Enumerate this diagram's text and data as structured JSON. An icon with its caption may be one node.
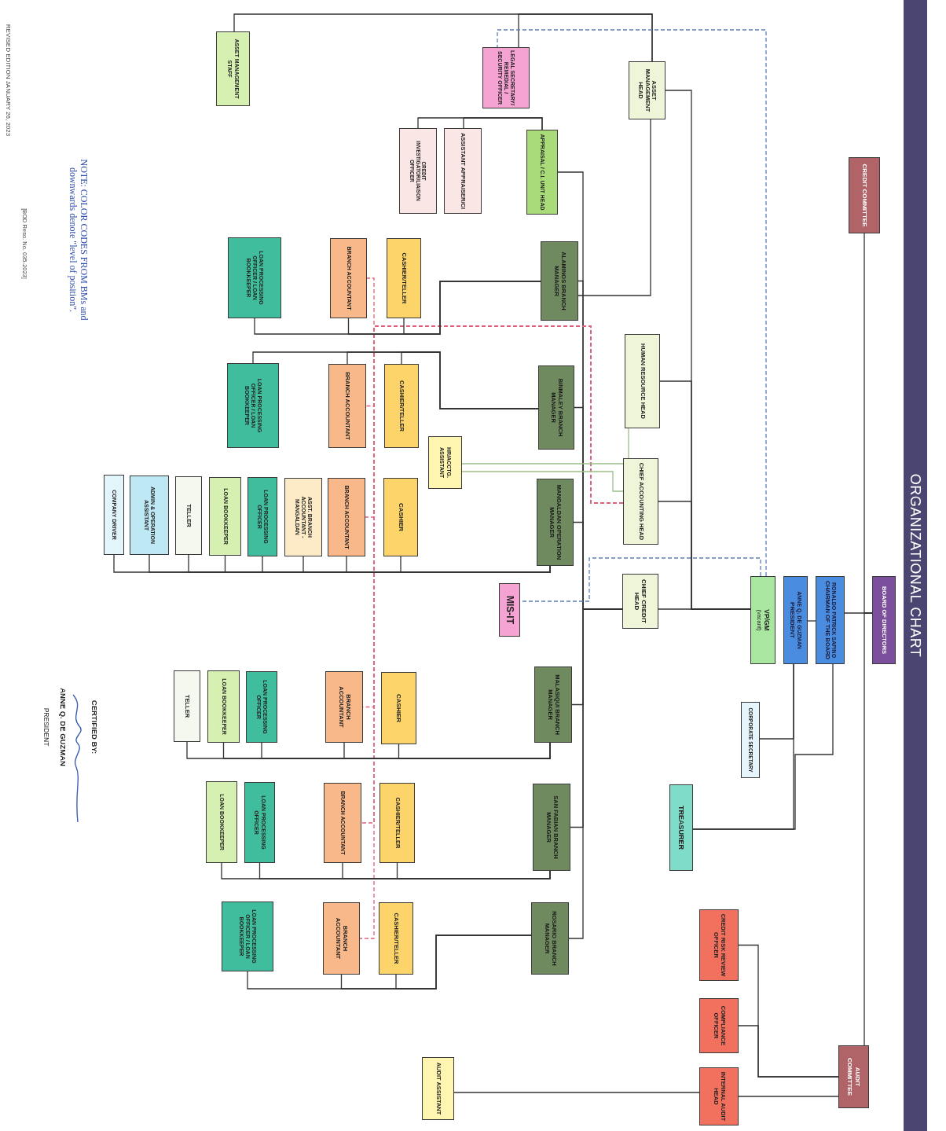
{
  "diagram": {
    "title": "ORGANIZATIONAL CHART",
    "nodes": [
      {
        "text": [
          "BOARD OF DIRECTORS"
        ]
      },
      {
        "text": [
          "CREDIT COMMITTEE"
        ]
      },
      {
        "text": [
          "AUDIT COMMITTEE"
        ]
      },
      {
        "text": [
          "RONALDO PATRICK SAPINO",
          "CHAIRMAN OF THE BOARD"
        ]
      },
      {
        "text": [
          "ANNE Q. DE GUZMAN",
          "PRESIDENT"
        ]
      },
      {
        "text": [
          "VP/GM",
          "(vacant)"
        ]
      },
      {
        "text": [
          "CORPORATE SECRETARY"
        ]
      },
      {
        "text": [
          "TREASURER"
        ]
      },
      {
        "text": [
          "ASSET MANAGEMENT HEAD"
        ]
      },
      {
        "text": [
          "HUMAN RESOURCE HEAD"
        ]
      },
      {
        "text": [
          "CHIEF ACCOUNTING HEAD"
        ]
      },
      {
        "text": [
          "CHIEF CREDIT HEAD"
        ]
      },
      {
        "text": [
          "LEGAL SECRETARY/ REMEDIAL / SECURITY OFFICER"
        ]
      },
      {
        "text": [
          "APPRAISAL / C.I. UNIT HEAD"
        ]
      },
      {
        "text": [
          "ASSISTANT APPRAISER/CI"
        ]
      },
      {
        "text": [
          "CREDIT INVESTIGATOR/LIAISON OFFICER"
        ]
      },
      {
        "text": [
          "ASSET MANAGEMENT STAFF"
        ]
      },
      {
        "text": [
          "ALAMINOS BRANCH MANAGER"
        ]
      },
      {
        "text": [
          "BINMALEY BRANCH MANAGER"
        ]
      },
      {
        "text": [
          "MANGALDAN OPERATION MANAGER"
        ]
      },
      {
        "text": [
          "MIS-IT"
        ]
      },
      {
        "text": [
          "MALASIQUI BRANCH MANAGER"
        ]
      },
      {
        "text": [
          "SAN FABIAN BRANCH MANAGER"
        ]
      },
      {
        "text": [
          "ROSARIO BRANCH MANAGER"
        ]
      },
      {
        "text": [
          "HR/ACCTG. ASSISTANT"
        ]
      },
      {
        "text": [
          "CREDIT RISK REVIEW OFFICER"
        ]
      },
      {
        "text": [
          "COMPLIANCE OFFICER"
        ]
      },
      {
        "text": [
          "INTERNAL AUDIT HEAD"
        ]
      },
      {
        "text": [
          "AUDIT ASSISTANT"
        ]
      },
      {
        "text": [
          "CASHIER/TELLER"
        ]
      },
      {
        "text": [
          "BRANCH ACCOUNTANT"
        ]
      },
      {
        "text": [
          "LOAN PROCESSING OFFICER / LOAN BOOKKEEPER"
        ]
      },
      {
        "text": [
          "CASHIER/TELLER"
        ]
      },
      {
        "text": [
          "BRANCH ACCOUNTANT"
        ]
      },
      {
        "text": [
          "LOAN PROCESSING OFFICER / LOAN BOOKKEEPER"
        ]
      },
      {
        "text": [
          "CASHIER"
        ]
      },
      {
        "text": [
          "BRANCH ACCOUNTANT"
        ]
      },
      {
        "text": [
          "ASST. BRANCH ACCOUNTANT - MANGALDAN"
        ]
      },
      {
        "text": [
          "LOAN PROCESSING OFFICER"
        ]
      },
      {
        "text": [
          "LOAN BOOKKEEPER"
        ]
      },
      {
        "text": [
          "TELLER"
        ]
      },
      {
        "text": [
          "ADMIN & OPERATION ASSISTANT"
        ]
      },
      {
        "text": [
          "COMPANY DRIVER"
        ]
      },
      {
        "text": [
          "CASHIER"
        ]
      },
      {
        "text": [
          "BRANCH ACCOUNTANT"
        ]
      },
      {
        "text": [
          "LOAN PROCESSING OFFICER"
        ]
      },
      {
        "text": [
          "LOAN BOOKKEEPER"
        ]
      },
      {
        "text": [
          "TELLER"
        ]
      },
      {
        "text": [
          "CASHIER/TELLER"
        ]
      },
      {
        "text": [
          "BRANCH ACCOUNTANT"
        ]
      },
      {
        "text": [
          "LOAN PROCESSING OFFICER"
        ]
      },
      {
        "text": [
          "LOAN BOOKKEEPER"
        ]
      },
      {
        "text": [
          "CASHIER/TELLER"
        ]
      },
      {
        "text": [
          "BRANCH ACCOUNTANT"
        ]
      },
      {
        "text": [
          "LOAN PROCESSING OFFICER / LOAN BOOKKEEPER"
        ]
      }
    ],
    "edges": [
      {
        "from": 0,
        "to": 1,
        "arrow": "none"
      },
      {
        "from": 0,
        "to": 2,
        "arrow": "none"
      },
      {
        "from": 0,
        "to": 3,
        "arrow": "none"
      },
      {
        "from": 3,
        "to": 4,
        "arrow": "none"
      },
      {
        "from": 4,
        "to": 6,
        "arrow": "none"
      },
      {
        "from": 4,
        "to": 7,
        "arrow": "none"
      },
      {
        "from": 3,
        "to": 7,
        "arrow": "none"
      },
      {
        "from": 2,
        "to": 25,
        "arrow": "none"
      },
      {
        "from": 2,
        "to": 26,
        "arrow": "none"
      },
      {
        "from": 2,
        "to": 27,
        "arrow": "none"
      },
      {
        "from": 27,
        "to": 28,
        "arrow": "none"
      },
      {
        "from": 5,
        "to": 8,
        "arrow": "none"
      },
      {
        "from": 5,
        "to": 9,
        "arrow": "none"
      },
      {
        "from": 5,
        "to": 10,
        "arrow": "none"
      },
      {
        "from": 5,
        "to": 11,
        "arrow": "none"
      },
      {
        "from": 11,
        "to": 13,
        "arrow": "none"
      },
      {
        "from": 11,
        "to": 17,
        "arrow": "none"
      },
      {
        "from": 11,
        "to": 18,
        "arrow": "none"
      },
      {
        "from": 11,
        "to": 19,
        "arrow": "none"
      },
      {
        "from": 11,
        "to": 21,
        "arrow": "none"
      },
      {
        "from": 11,
        "to": 22,
        "arrow": "none"
      },
      {
        "from": 11,
        "to": 23,
        "arrow": "none"
      },
      {
        "from": 8,
        "to": 17,
        "arrow": "none"
      },
      {
        "from": 8,
        "to": 16,
        "arrow": "none"
      },
      {
        "from": 8,
        "to": 12,
        "arrow": "none"
      },
      {
        "from": 13,
        "to": 14,
        "arrow": "none"
      },
      {
        "from": 13,
        "to": 15,
        "arrow": "none"
      },
      {
        "from": 5,
        "to": 12,
        "arrow": "none",
        "style": "dashed",
        "color": "#5b7fb8"
      },
      {
        "from": 5,
        "to": 20,
        "arrow": "none",
        "style": "dashed",
        "color": "#5b7fb8"
      },
      {
        "from": 10,
        "to": 30,
        "arrow": "none",
        "style": "dashed",
        "color": "#e0607a"
      },
      {
        "from": 10,
        "to": 33,
        "arrow": "none",
        "style": "dashed",
        "color": "#e0607a"
      },
      {
        "from": 10,
        "to": 36,
        "arrow": "none",
        "style": "dashed",
        "color": "#e0607a"
      },
      {
        "from": 10,
        "to": 44,
        "arrow": "none",
        "style": "dashed",
        "color": "#e0607a"
      },
      {
        "from": 10,
        "to": 49,
        "arrow": "none",
        "style": "dashed",
        "color": "#e0607a"
      },
      {
        "from": 10,
        "to": 53,
        "arrow": "none",
        "style": "dashed",
        "color": "#e0607a"
      },
      {
        "from": 9,
        "to": 24,
        "arrow": "none",
        "color": "#9cc08c"
      },
      {
        "from": 10,
        "to": 24,
        "arrow": "none",
        "color": "#9cc08c"
      },
      {
        "from": 17,
        "to": 29,
        "arrow": "none"
      },
      {
        "from": 17,
        "to": 30,
        "arrow": "none"
      },
      {
        "from": 17,
        "to": 31,
        "arrow": "none"
      },
      {
        "from": 18,
        "to": 32,
        "arrow": "none"
      },
      {
        "from": 18,
        "to": 33,
        "arrow": "none"
      },
      {
        "from": 18,
        "to": 34,
        "arrow": "none"
      },
      {
        "from": 19,
        "to": 35,
        "arrow": "none"
      },
      {
        "from": 19,
        "to": 36,
        "arrow": "none"
      },
      {
        "from": 19,
        "to": 37,
        "arrow": "none"
      },
      {
        "from": 19,
        "to": 38,
        "arrow": "none"
      },
      {
        "from": 19,
        "to": 39,
        "arrow": "none"
      },
      {
        "from": 19,
        "to": 40,
        "arrow": "none"
      },
      {
        "from": 19,
        "to": 41,
        "arrow": "none"
      },
      {
        "from": 19,
        "to": 42,
        "arrow": "none"
      },
      {
        "from": 21,
        "to": 43,
        "arrow": "none"
      },
      {
        "from": 21,
        "to": 44,
        "arrow": "none"
      },
      {
        "from": 21,
        "to": 45,
        "arrow": "none"
      },
      {
        "from": 21,
        "to": 46,
        "arrow": "none"
      },
      {
        "from": 21,
        "to": 47,
        "arrow": "none"
      },
      {
        "from": 22,
        "to": 48,
        "arrow": "none"
      },
      {
        "from": 22,
        "to": 49,
        "arrow": "none"
      },
      {
        "from": 22,
        "to": 50,
        "arrow": "none"
      },
      {
        "from": 22,
        "to": 51,
        "arrow": "none"
      },
      {
        "from": 23,
        "to": 52,
        "arrow": "none"
      },
      {
        "from": 23,
        "to": 53,
        "arrow": "none"
      },
      {
        "from": 23,
        "to": 54,
        "arrow": "none"
      }
    ],
    "labels": [
      "NOTE: COLOR CODES FROM BMs and downwards denote \"level of position\".",
      "CERTIFIED BY:",
      "ANNE Q. DE GUZMAN",
      "PRESIDENT",
      "REVISED EDITION JANUARY 26, 2023",
      "[BOD Reso. No. 035-2023]"
    ]
  }
}
